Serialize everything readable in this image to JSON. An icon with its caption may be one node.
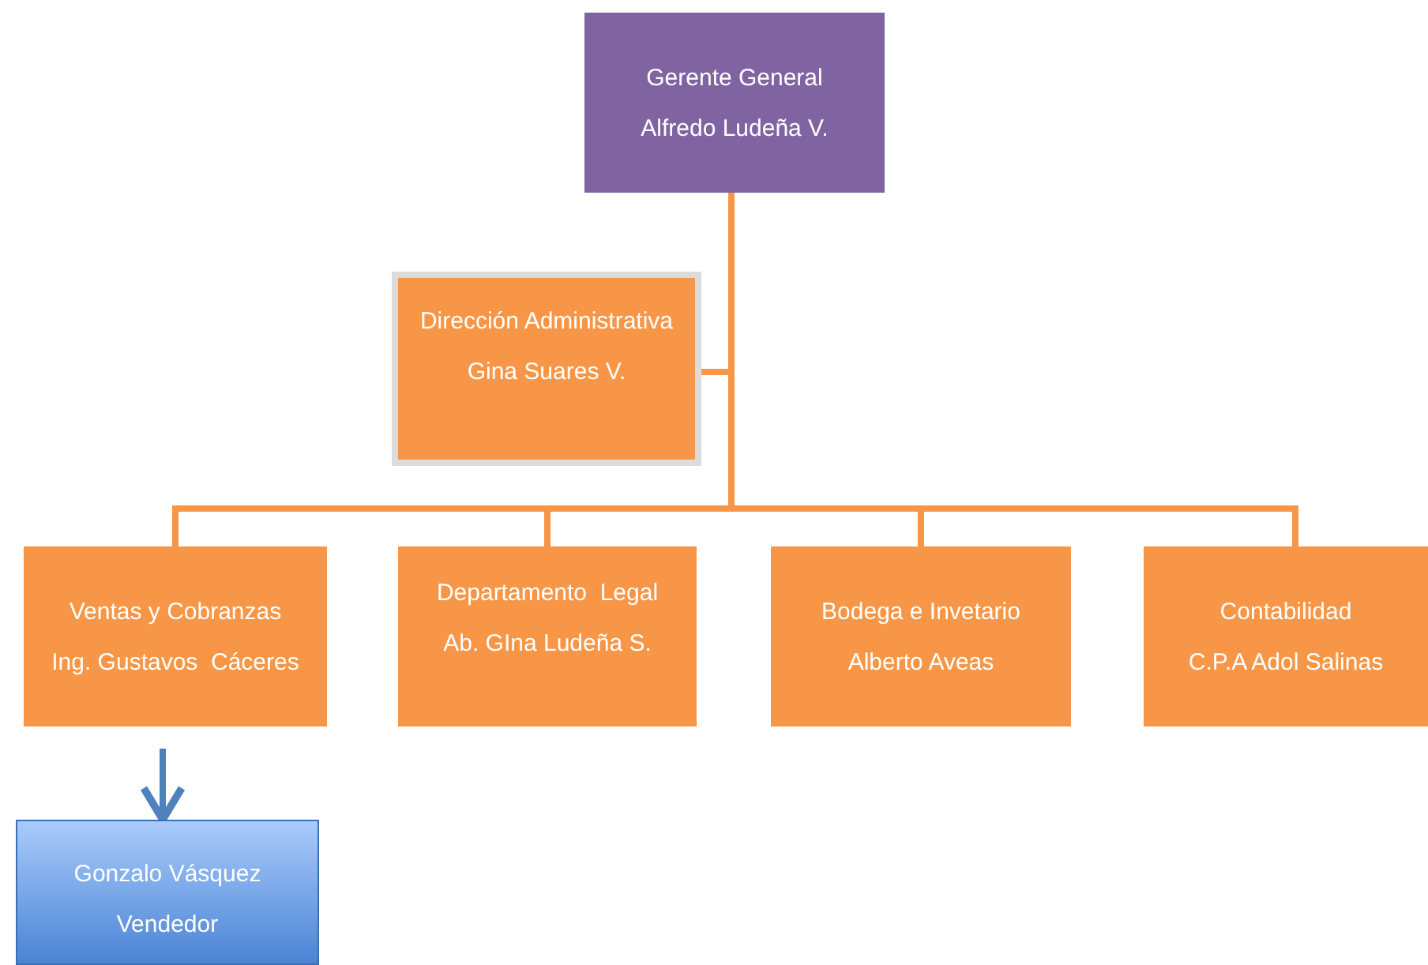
{
  "diagram": {
    "nodes": [
      {
        "text": [
          "Gerente General",
          "Alfredo Ludeña V."
        ]
      },
      {
        "text": [
          "Dirección Administrativa",
          "Gina Suares V."
        ]
      },
      {
        "text": [
          "Ventas y Cobranzas",
          "Ing. Gustavos  Cáceres"
        ]
      },
      {
        "text": [
          "Departamento  Legal",
          "Ab. GIna Ludeña S."
        ]
      },
      {
        "text": [
          "Bodega e Invetario",
          "Alberto Aveas"
        ]
      },
      {
        "text": [
          "Contabilidad",
          "C.P.A Adol Salinas"
        ]
      },
      {
        "text": [
          "Gonzalo Vásquez",
          "Vendedor"
        ]
      }
    ],
    "edges": [
      {
        "from": 0,
        "to": 1,
        "arrow": "none"
      },
      {
        "from": 0,
        "to": 2,
        "arrow": "none"
      },
      {
        "from": 0,
        "to": 3,
        "arrow": "none"
      },
      {
        "from": 0,
        "to": 4,
        "arrow": "none"
      },
      {
        "from": 0,
        "to": 5,
        "arrow": "none"
      },
      {
        "from": 2,
        "to": 6,
        "arrow": "to",
        "color": "#4f81bd"
      }
    ]
  }
}
